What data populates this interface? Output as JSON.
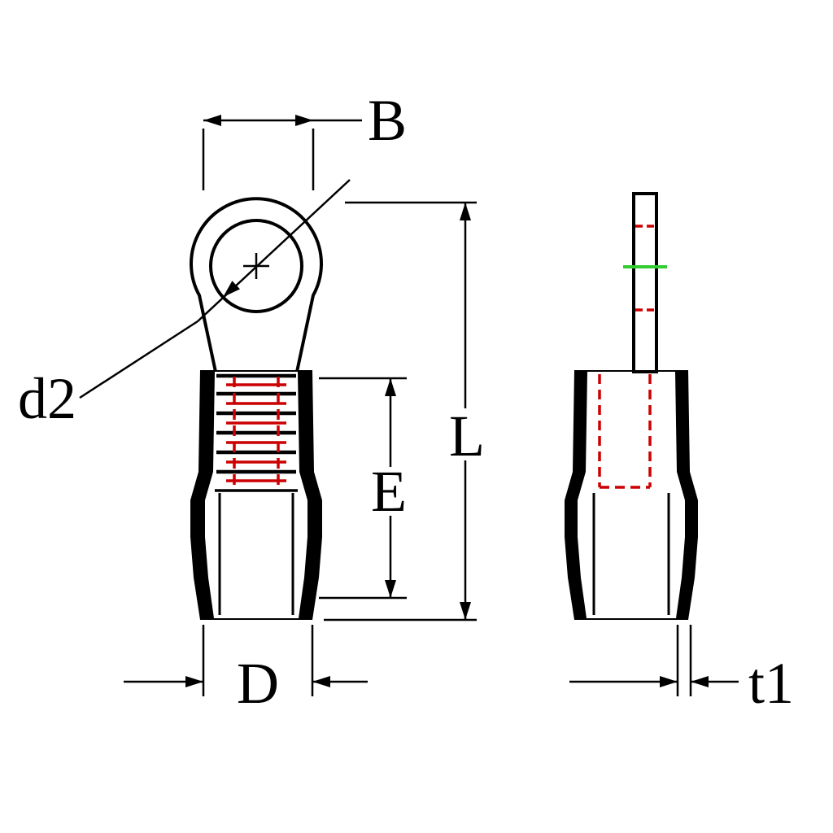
{
  "drawing": {
    "dimension_labels": {
      "B": "B",
      "d2": "d2",
      "L": "L",
      "E": "E",
      "D": "D",
      "t1": "t1"
    },
    "colors": {
      "outline": "#000000",
      "highlight_red": "#cc0000",
      "highlight_green": "#33cc33",
      "background": "#ffffff"
    }
  }
}
